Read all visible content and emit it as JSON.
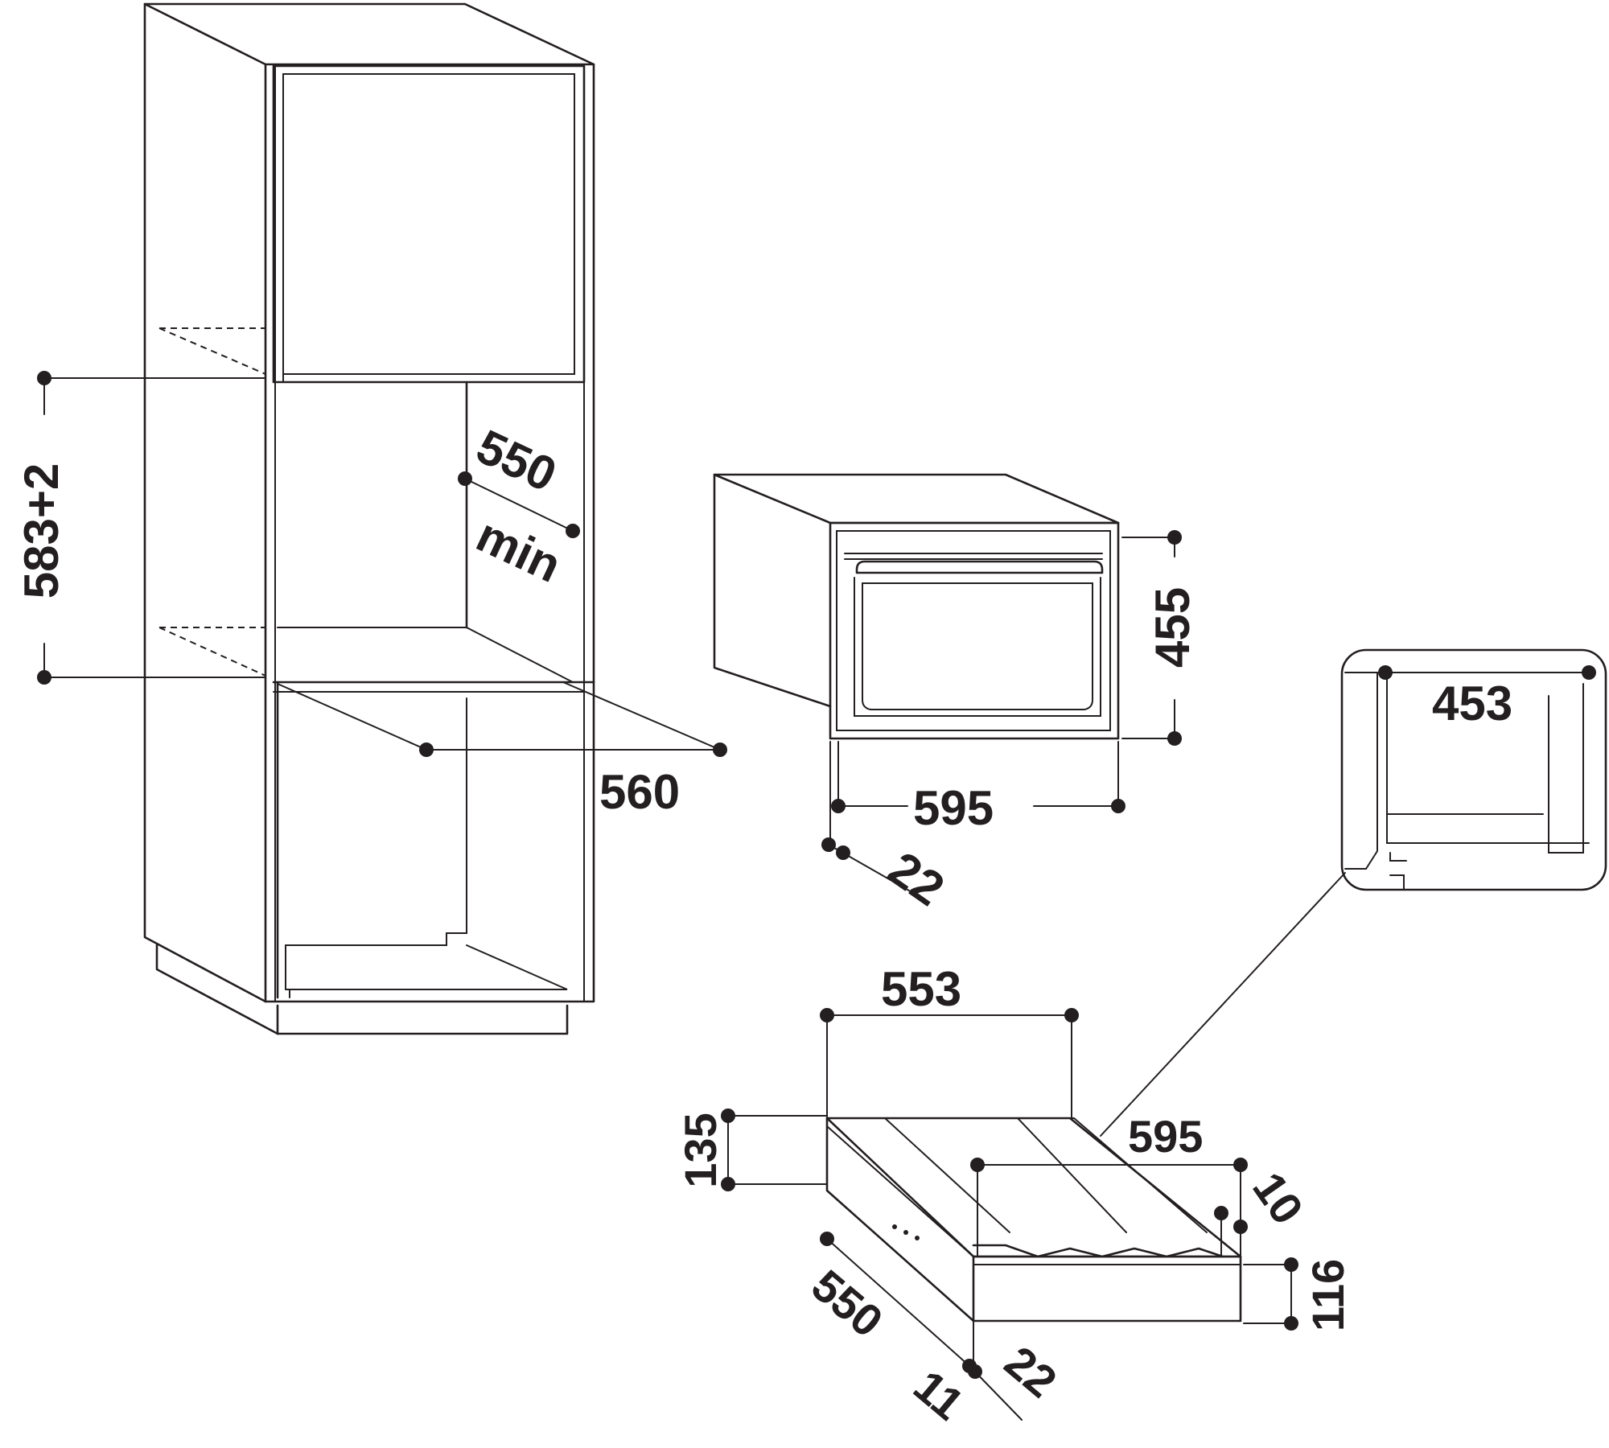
{
  "dimensions": {
    "niche_height": "583+2",
    "niche_depth_value": "550",
    "niche_depth_min": "min",
    "niche_width": "560",
    "oven_height": "455",
    "oven_width": "595",
    "oven_front_offset": "22",
    "detail_width": "453",
    "drawer_inner_width": "553",
    "drawer_height": "135",
    "drawer_width": "595",
    "drawer_gap": "10",
    "drawer_front_height": "116",
    "drawer_depth": "550",
    "drawer_offset_a": "11",
    "drawer_offset_b": "22"
  }
}
